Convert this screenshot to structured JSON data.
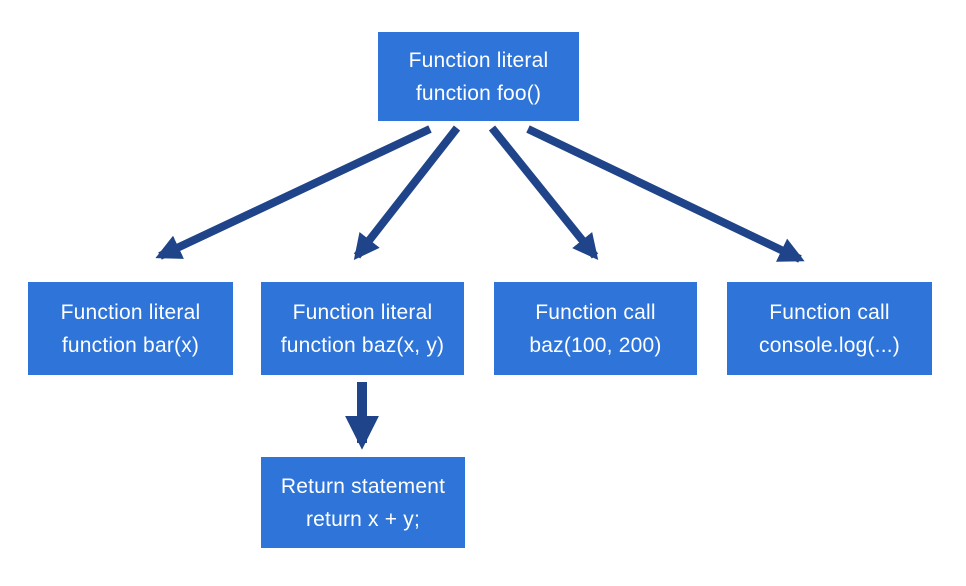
{
  "diagram": {
    "colors": {
      "background": "#ffffff",
      "node_fill": "#2e74d9",
      "node_text": "#ffffff",
      "arrow": "#1f4489"
    },
    "nodes": {
      "foo": {
        "line1": "Function literal",
        "line2": "function foo()"
      },
      "bar": {
        "line1": "Function literal",
        "line2": "function bar(x)"
      },
      "baz": {
        "line1": "Function literal",
        "line2": "function baz(x, y)"
      },
      "baz_call": {
        "line1": "Function call",
        "line2": "baz(100, 200)"
      },
      "console_log": {
        "line1": "Function call",
        "line2": "console.log(...)"
      },
      "return_stmt": {
        "line1": "Return statement",
        "line2": "return x + y;"
      }
    },
    "edges": [
      {
        "from": "foo",
        "to": "bar"
      },
      {
        "from": "foo",
        "to": "baz"
      },
      {
        "from": "foo",
        "to": "baz_call"
      },
      {
        "from": "foo",
        "to": "console_log"
      },
      {
        "from": "baz",
        "to": "return_stmt"
      }
    ]
  }
}
